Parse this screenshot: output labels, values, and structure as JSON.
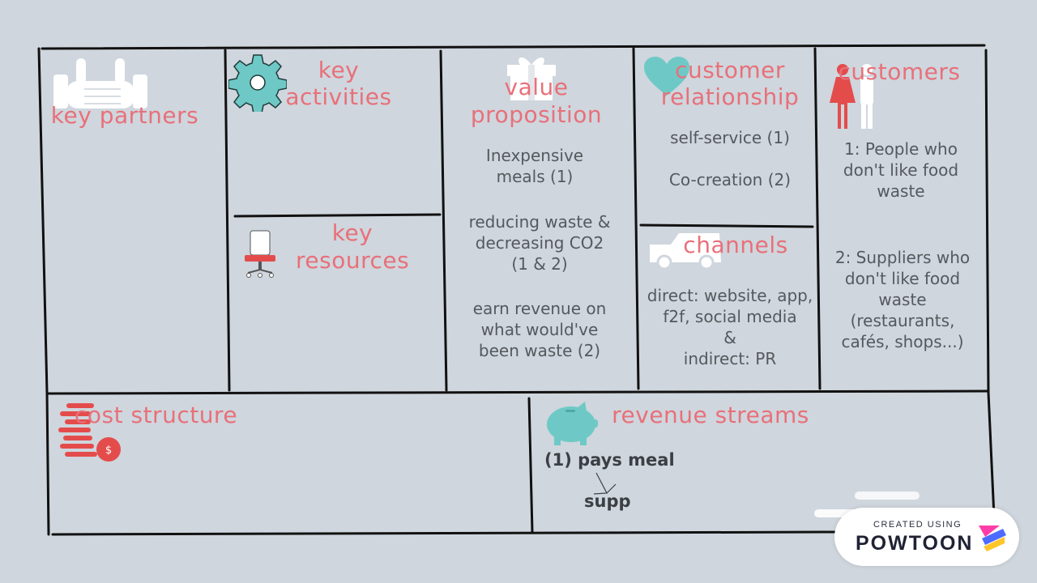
{
  "colors": {
    "background": "#cfd6dd",
    "title": "#e8707a",
    "body_text": "#55595e",
    "line": "#111111",
    "teal": "#6ec9c6",
    "red": "#e44c4c"
  },
  "canvas": {
    "key_partners": {
      "title": "key partners",
      "icon": "handshake-icon"
    },
    "key_activities": {
      "title_line1": "key",
      "title_line2": "activities",
      "icon": "gear-icon"
    },
    "key_resources": {
      "title_line1": "key",
      "title_line2": "resources",
      "icon": "office-chair-icon"
    },
    "value_proposition": {
      "title_line1": "value",
      "title_line2": "proposition",
      "icon": "gift-icon",
      "items": [
        {
          "line1": "Inexpensive",
          "line2": "meals (1)"
        },
        {
          "line1": "reducing waste &",
          "line2": "decreasing CO2",
          "line3": "(1 & 2)"
        },
        {
          "line1": "earn revenue on",
          "line2": "what would've",
          "line3": "been waste (2)"
        }
      ]
    },
    "customer_relationship": {
      "title_line1": "customer",
      "title_line2": "relationship",
      "icon": "heart-icon",
      "items": [
        "self-service (1)",
        "Co-creation (2)"
      ]
    },
    "channels": {
      "title": "channels",
      "icon": "van-icon",
      "lines": [
        "direct: website, app,",
        "f2f, social media",
        "&",
        "indirect: PR"
      ]
    },
    "customers": {
      "title": "customers",
      "icon": "people-icon",
      "segment1": [
        "1: People who",
        "don't like food",
        "waste"
      ],
      "segment2": [
        "2: Suppliers who",
        "don't like food",
        "waste",
        "(restaurants,",
        "cafés, shops...)"
      ]
    },
    "cost_structure": {
      "title": "cost structure",
      "icon": "money-coin-icon"
    },
    "revenue_streams": {
      "title": "revenue streams",
      "icon": "piggy-bank-icon",
      "note1": "(1) pays meal",
      "note2": "supp"
    }
  },
  "watermark": {
    "small": "CREATED USING",
    "brand": "POWTOON"
  }
}
